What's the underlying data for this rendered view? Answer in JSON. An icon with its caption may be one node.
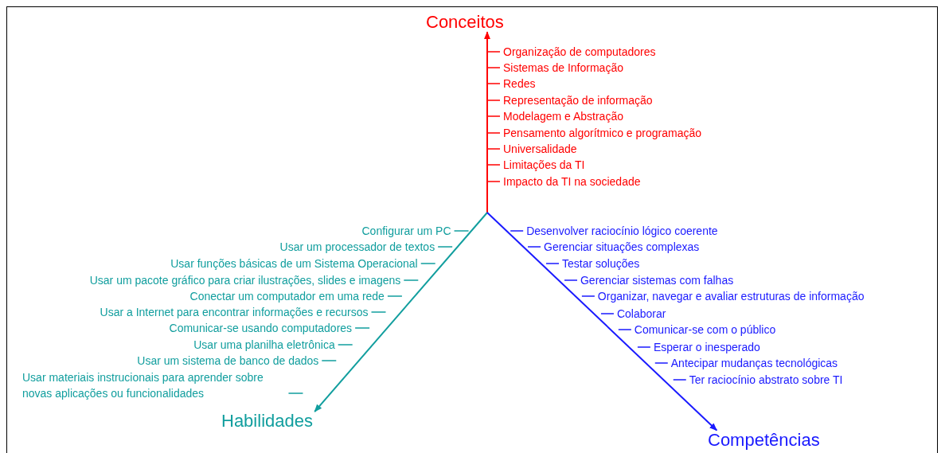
{
  "diagram": {
    "nodes": [
      {
        "text": [
          "Conceitos"
        ]
      },
      {
        "text": [
          "Habilidades"
        ]
      },
      {
        "text": [
          "Competências"
        ]
      }
    ],
    "edges": [
      {
        "from": null,
        "to": 0,
        "arrow": "to",
        "color": "#ff0000"
      },
      {
        "from": null,
        "to": 1,
        "arrow": "to",
        "color": "#119e9e"
      },
      {
        "from": null,
        "to": 2,
        "arrow": "to",
        "color": "#1a1aff"
      }
    ],
    "labels": [
      "Organização de computadores",
      "Sistemas de Informação",
      "Redes",
      "Representação de informação",
      "Modelagem e Abstração",
      "Pensamento algorítmico e programação",
      "Universalidade",
      "Limitações da TI",
      "Impacto da TI na sociedade",
      "Configurar um PC",
      "Usar um processador de textos",
      "Usar funções básicas de um Sistema Operacional",
      "Usar um pacote gráfico para criar ilustrações, slides e imagens",
      "Conectar um computador em uma rede",
      "Usar a Internet para encontrar informações e recursos",
      "Comunicar-se usando computadores",
      "Usar uma planilha eletrônica",
      "Usar um sistema de banco de dados",
      "Usar materiais instrucionais para aprender sobre novas aplicações ou funcionalidades",
      "Desenvolver raciocínio lógico coerente",
      "Gerenciar situações complexas",
      "Testar soluções",
      "Gerenciar sistemas com falhas",
      "Organizar, navegar e avaliar estruturas de informação",
      "Colaborar",
      "Comunicar-se com o público",
      "Esperar o inesperado",
      "Antecipar mudanças tecnológicas",
      "Ter raciocínio abstrato sobre TI"
    ]
  }
}
